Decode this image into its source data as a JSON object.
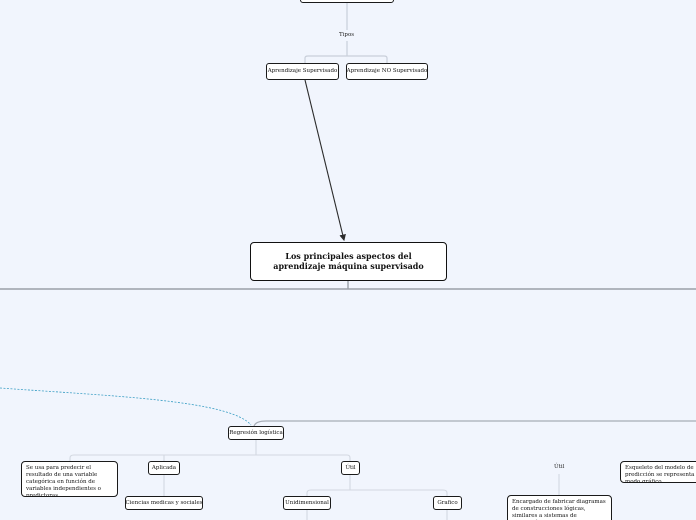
{
  "diagram": {
    "central": {
      "title": "Los principales aspectos del aprendizaje máquina supervisado"
    },
    "connector_labels": {
      "tipos": "Tipos",
      "util_right": "Útil"
    },
    "nodes": {
      "aprendizaje_supervisado": "Aprendizaje Supervisado",
      "aprendizaje_no_supervisado": "Aprendizaje NO Supervisado",
      "regresion_logistica": "Regresión logística",
      "descripcion_regresion": "Se usa para predecir el resultado de una variable categórica en función de variables independientes o predictoras.",
      "aplicada": "Aplicada",
      "util": "Útil",
      "ciencias": "Ciencias medicas y sociales",
      "unidimensional": "Unidimensional",
      "grafico": "Grafico",
      "encargado": "Encargado de fabricar diagramas de construcciones lógicas, similares a sistemas de predicción basado en reglas",
      "esqueleto": "Esqueleto del modelo de predicción se representa en modo gráfico"
    }
  }
}
